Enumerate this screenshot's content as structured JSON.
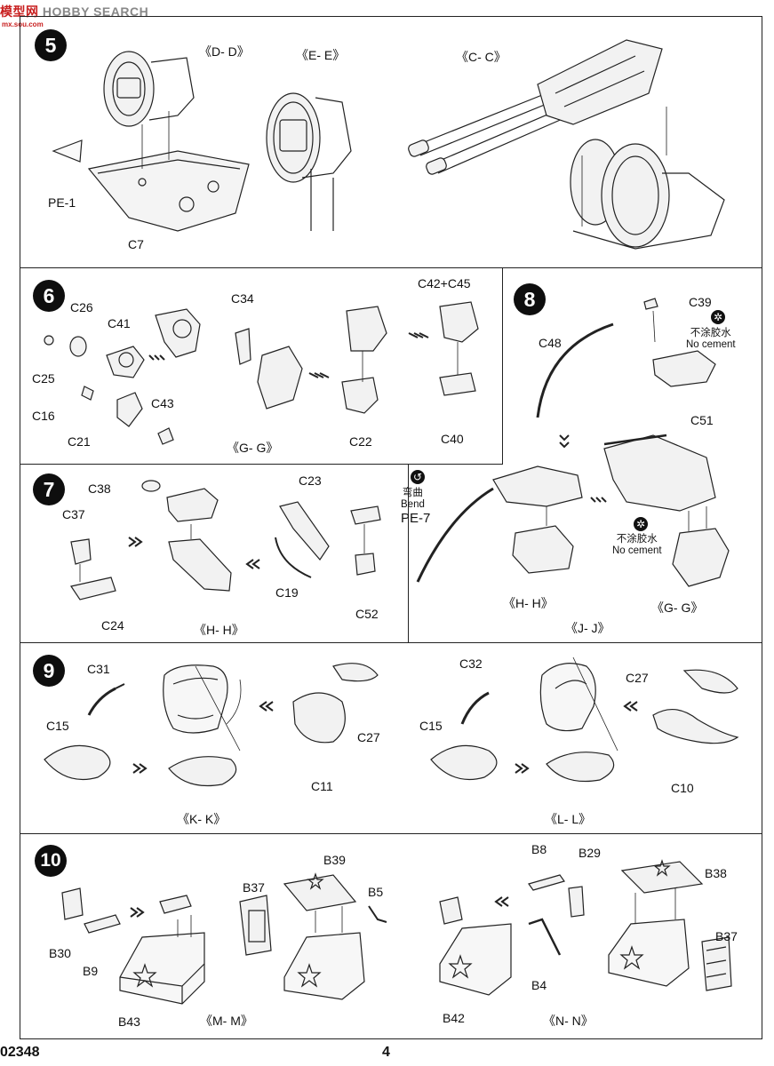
{
  "watermark": {
    "cn": "模型网",
    "en": "HOBBY SEARCH",
    "url": "mx.sou.com"
  },
  "footer": {
    "code": "02348",
    "page": "4"
  },
  "steps": {
    "s5": {
      "number": "5",
      "parts": {
        "pe1": "PE-1",
        "c7": "C7"
      },
      "sections": {
        "dd": "《D- D》",
        "ee": "《E- E》",
        "cc": "《C- C》"
      }
    },
    "s6": {
      "number": "6",
      "parts": {
        "c26": "C26",
        "c41": "C41",
        "c34": "C34",
        "c42c45": "C42+C45",
        "c25": "C25",
        "c16": "C16",
        "c43": "C43",
        "c21": "C21",
        "c22": "C22",
        "c40": "C40"
      },
      "sections": {
        "gg": "《G- G》"
      }
    },
    "s7": {
      "number": "7",
      "parts": {
        "c38": "C38",
        "c23": "C23",
        "c37": "C37",
        "pe7": "PE-7",
        "c19": "C19",
        "c52": "C52",
        "c24": "C24"
      },
      "bend": {
        "cn": "弯曲",
        "en": "Bend"
      },
      "sections": {
        "hh": "《H- H》"
      }
    },
    "s8": {
      "number": "8",
      "parts": {
        "c39": "C39",
        "c48": "C48",
        "c51": "C51"
      },
      "no_cement_1": {
        "cn": "不涂胶水",
        "en": "No cement"
      },
      "no_cement_2": {
        "cn": "不涂胶水",
        "en": "No cement"
      },
      "sections": {
        "hh": "《H- H》",
        "jj": "《J- J》",
        "gg": "《G- G》"
      }
    },
    "s9": {
      "number": "9",
      "parts": {
        "c31": "C31",
        "c32": "C32",
        "c27a": "C27",
        "c15a": "C15",
        "c15b": "C15",
        "c27b": "C27",
        "c11": "C11",
        "c10": "C10"
      },
      "sections": {
        "kk": "《K- K》",
        "ll": "《L- L》"
      }
    },
    "s10": {
      "number": "10",
      "parts": {
        "b39": "B39",
        "b8": "B8",
        "b29": "B29",
        "b37a": "B37",
        "b5": "B5",
        "b38": "B38",
        "b30": "B30",
        "b9": "B9",
        "b37b": "B37",
        "b4": "B4",
        "b43": "B43",
        "b42": "B42"
      },
      "sections": {
        "mm": "《M- M》",
        "nn": "《N- N》"
      }
    }
  }
}
